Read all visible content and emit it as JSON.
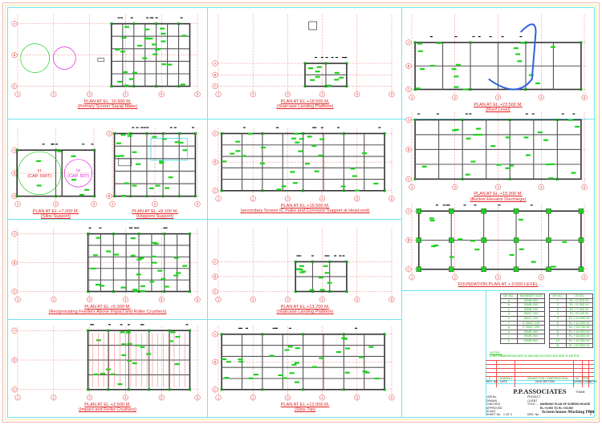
{
  "plans": [
    {
      "title": "PLAN AT EL. 10.900 M.",
      "subtitle": "(Primary Screen Sayaji Make)"
    },
    {
      "title": "PLAN AT EL.+7.000 M.",
      "subtitle": "(Silos Support)"
    },
    {
      "title": "PLAN AT EL.+8.100 M.",
      "subtitle": "(Hoppers Support)"
    },
    {
      "title": "PLAN AT EL.+5.300 M.",
      "subtitle": "(Reciprocating Feeders Above Impact and Roller Crushers)"
    },
    {
      "title": "PLAN AT EL.+2.500 M.",
      "subtitle": "(Impact and Roller Crushers)"
    },
    {
      "title": "PLAN AT EL.+18.500 M.",
      "subtitle": "(Staircase Landing Platform)"
    },
    {
      "title": "PLAN AT EL.+15.500 M.",
      "subtitle": "(secondary Screen IC make and Conveyor Support at Head end)"
    },
    {
      "title": "PLAN AT EL.+13.700 M.",
      "subtitle": "(Staircase Landing Platform)"
    },
    {
      "title": "PLAN AT EL.+12.000 M.",
      "subtitle": "(Silos Top)"
    },
    {
      "title": "PLAN AT EL.+23.500 M.",
      "subtitle": "(Roof Level)"
    },
    {
      "title": "PLAN AT EL.+19.300 M.",
      "subtitle": "(Bucket Elevator Discharge)"
    },
    {
      "title": "FOUNDATION PLAN AT + 0.500 LEVEL",
      "subtitle": ""
    }
  ],
  "grid": {
    "cols": [
      "1",
      "2",
      "3",
      "4",
      "5",
      "6"
    ],
    "rows": [
      "A",
      "B",
      "C"
    ]
  },
  "silos": {
    "s1": "S1",
    "s1_cap": "(CAP. 500T)",
    "s2": "S2",
    "s2_cap": "(CAP. 50T)"
  },
  "member_table": {
    "headers": [
      "SR.NO.",
      "MEMBER SIZE"
    ],
    "rows": [
      [
        "a",
        "ISMB 300"
      ],
      [
        "b",
        "ISMB 200"
      ],
      [
        "c",
        "ISMB 150"
      ],
      [
        "d",
        "ISMC 200"
      ],
      [
        "e",
        "ISMC 100"
      ],
      [
        "f",
        "2 ISMC 100"
      ],
      [
        "g",
        "2 ISMC 150"
      ],
      [
        "h",
        "ISMB 400"
      ],
      [
        "j",
        "ISMB 500"
      ],
      [
        "k",
        "ISMB 600"
      ]
    ]
  },
  "level_table": {
    "headers": [
      "SR.NO.",
      "LEVEL"
    ],
    "rows": [
      [
        "1",
        "EL.+2.500 M."
      ],
      [
        "2",
        "EL.+5.300 M."
      ],
      [
        "3",
        "EL.+7.000 M."
      ],
      [
        "4",
        "EL.+8.100 M."
      ],
      [
        "5",
        "EL.+10.900 M."
      ],
      [
        "6",
        "EL.+12.000 M."
      ],
      [
        "7",
        "EL.+13.700 M."
      ],
      [
        "8",
        "EL.+15.500 M."
      ],
      [
        "9",
        "EL.+18.500 M."
      ],
      [
        "10",
        "EL.+19.300 M."
      ],
      [
        "11",
        "EL.+23.500 M."
      ]
    ]
  },
  "notes": {
    "heading": "NOTES :-",
    "line1": "1. ALL DIMENSIONS ARE IN MM AND ELEVATIONS ARE IN METER."
  },
  "revision": {
    "rev": "0",
    "date": "14/05/2012",
    "description": "ISSUED FOR CONSTRUCTION",
    "drwn": "NJ",
    "chkd": "PPS",
    "appd": "-",
    "h_rev": "REV. NO.",
    "h_date": "DATE",
    "h_desc": "DESCRIPTION",
    "h_drwn": "DRWN",
    "h_chkd": "CHKD",
    "h_appd": "APPD"
  },
  "title_block": {
    "firm": "P.P.ASSOCIATES",
    "firm_sub": "THANE",
    "job_no": "JOB No.",
    "project": "PROJECT",
    "client": "CLIENT",
    "drawn": "DRAWN",
    "checked": "CHECKED",
    "approved": "APPROVED",
    "scale": "SCALE",
    "sheet": "SHEET No.",
    "sheet_val": "1 OF 3",
    "title_label": "TITLE :-",
    "title1": "MARKING PLAN OF SCREEN HOUSE",
    "title2": "EL.+2.500 TO EL.+23.500",
    "drg_label": "DRG. No.",
    "drg_no": "Screen house-Marking Plan",
    "rev_label": "REV",
    "rev_val": "0"
  }
}
